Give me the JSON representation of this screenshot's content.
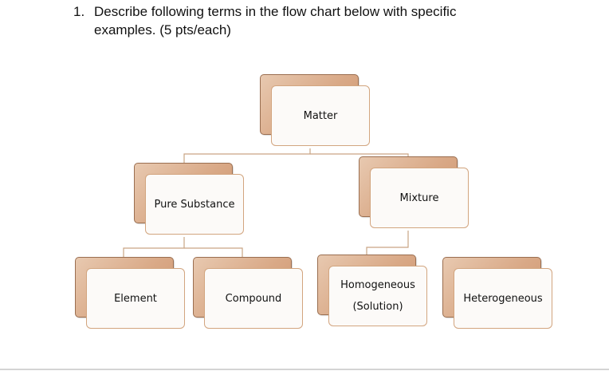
{
  "question": {
    "number": "1.",
    "line1": "Describe following terms in the flow chart below with specific",
    "line2": "examples. (5 pts/each)"
  },
  "nodes": {
    "matter": "Matter",
    "pure_substance": "Pure Substance",
    "mixture": "Mixture",
    "element": "Element",
    "compound": "Compound",
    "homogeneous": "Homogeneous (Solution)",
    "heterogeneous": "Heterogeneous"
  },
  "colors": {
    "node_back": "#d9a987",
    "node_front_border": "#d2a57f",
    "connector": "#c9a584"
  }
}
